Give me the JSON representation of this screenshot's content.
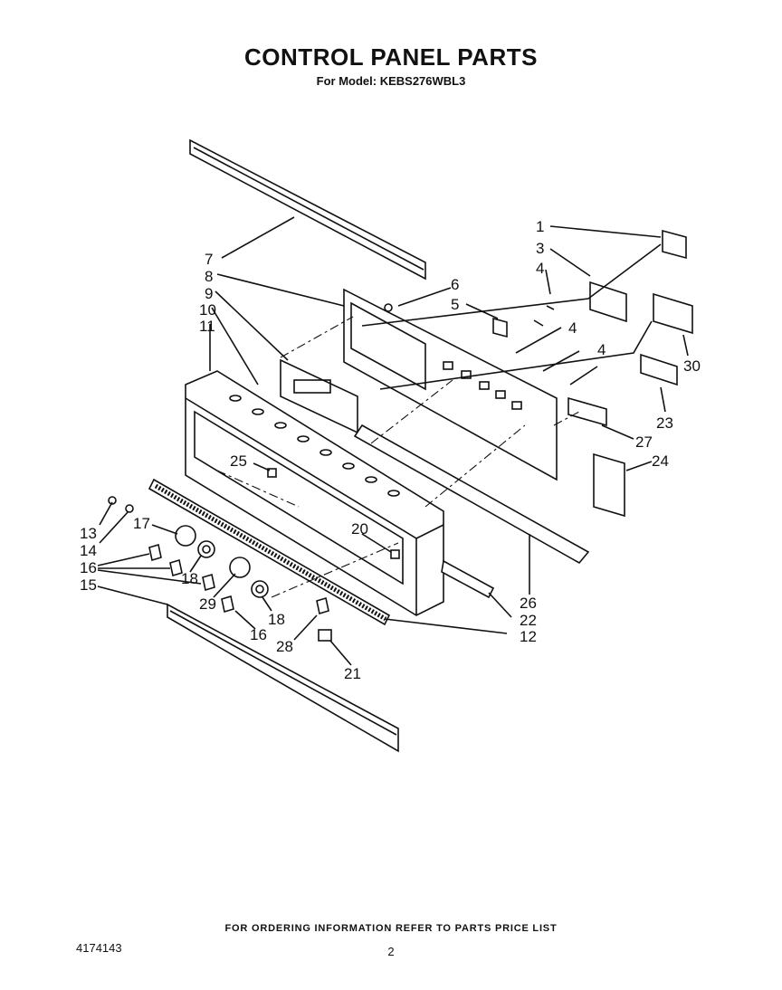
{
  "header": {
    "title": "CONTROL PANEL PARTS",
    "subtitle": "For Model: KEBS276WBL3"
  },
  "callouts": [
    "1",
    "3",
    "4",
    "5",
    "6",
    "7",
    "8",
    "9",
    "10",
    "11",
    "4",
    "4",
    "30",
    "23",
    "27",
    "24",
    "25",
    "13",
    "17",
    "14",
    "16",
    "15",
    "18",
    "20",
    "29",
    "18",
    "16",
    "26",
    "22",
    "28",
    "12",
    "21"
  ],
  "footer": {
    "ordering_note": "FOR ORDERING INFORMATION REFER TO PARTS PRICE LIST",
    "document_number": "4174143",
    "page_number": "2"
  }
}
